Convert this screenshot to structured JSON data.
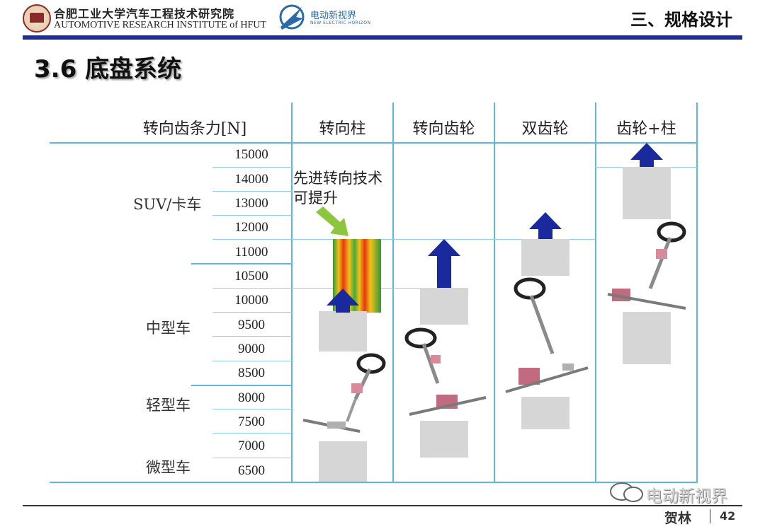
{
  "header": {
    "institute_cn": "合肥工业大学汽车工程技术研究院",
    "institute_en": "AUTOMOTIVE RESEARCH INSTITUTE of HFUT",
    "partner_name": "电动新视界",
    "partner_sub": "NEW ELECTRIC HORIZON",
    "section": "三、规格设计",
    "bar_color": "#1d2f8a"
  },
  "slide": {
    "title": "3.6 底盘系统"
  },
  "table": {
    "axis_header": "转向齿条力[N]",
    "columns": [
      "转向柱",
      "转向齿轮",
      "双齿轮",
      "齿轮+柱"
    ],
    "ticks": [
      "15000",
      "14000",
      "13000",
      "12000",
      "11000",
      "10500",
      "10000",
      "9500",
      "9000",
      "8500",
      "8000",
      "7500",
      "7000",
      "6500"
    ],
    "segments": [
      "SUV/卡车",
      "中型车",
      "轻型车",
      "微型车"
    ],
    "note_lines": [
      "先进转向技术",
      "可提升"
    ],
    "line_color": "#5cb8e0",
    "arrow_color": "#1a2a9c",
    "icons": {
      "note_arrow": "green-diagonal-arrow-icon",
      "upgrade": "blue-up-arrow-icon",
      "steering": "steering-system-icon"
    }
  },
  "footer": {
    "author": "贺林",
    "page": "42",
    "watermark": "电动新视界"
  }
}
